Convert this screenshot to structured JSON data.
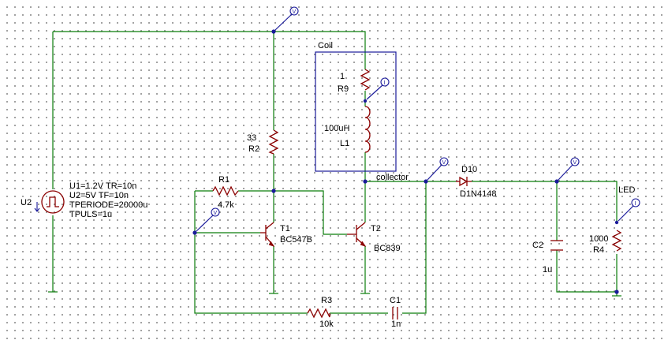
{
  "source": {
    "name": "U2",
    "params": [
      "U1=1.2V TR=10n",
      "U2=5V   TF=10n",
      "TPERIODE=20000u",
      "TPULS=1u"
    ]
  },
  "coil_box_label": "Coil",
  "net_label": "collector",
  "probe_labels": {
    "voltage": "V",
    "current": "I"
  },
  "components": {
    "R9": {
      "value": "1",
      "name": "R9"
    },
    "L1": {
      "value": "100uH",
      "name": "L1"
    },
    "R2": {
      "value": "33",
      "name": "R2"
    },
    "R1": {
      "name": "R1",
      "value": "4.7k"
    },
    "T1": {
      "name": "T1",
      "model": "BC547B"
    },
    "T2": {
      "name": "T2",
      "model": "BC839"
    },
    "D10": {
      "name": "D10",
      "model": "D1N4148"
    },
    "C2": {
      "name": "C2",
      "value": "1u"
    },
    "R4": {
      "value": "1000",
      "name": "R4"
    },
    "LED": {
      "name": "LED"
    },
    "R3": {
      "name": "R3",
      "value": "10k"
    },
    "C1": {
      "name": "C1",
      "value": "1n"
    }
  },
  "colors": {
    "wire": "#0a7d0a",
    "part": "#8b0000",
    "probe": "#1a1a9a",
    "grid": "#8a8a8a"
  }
}
